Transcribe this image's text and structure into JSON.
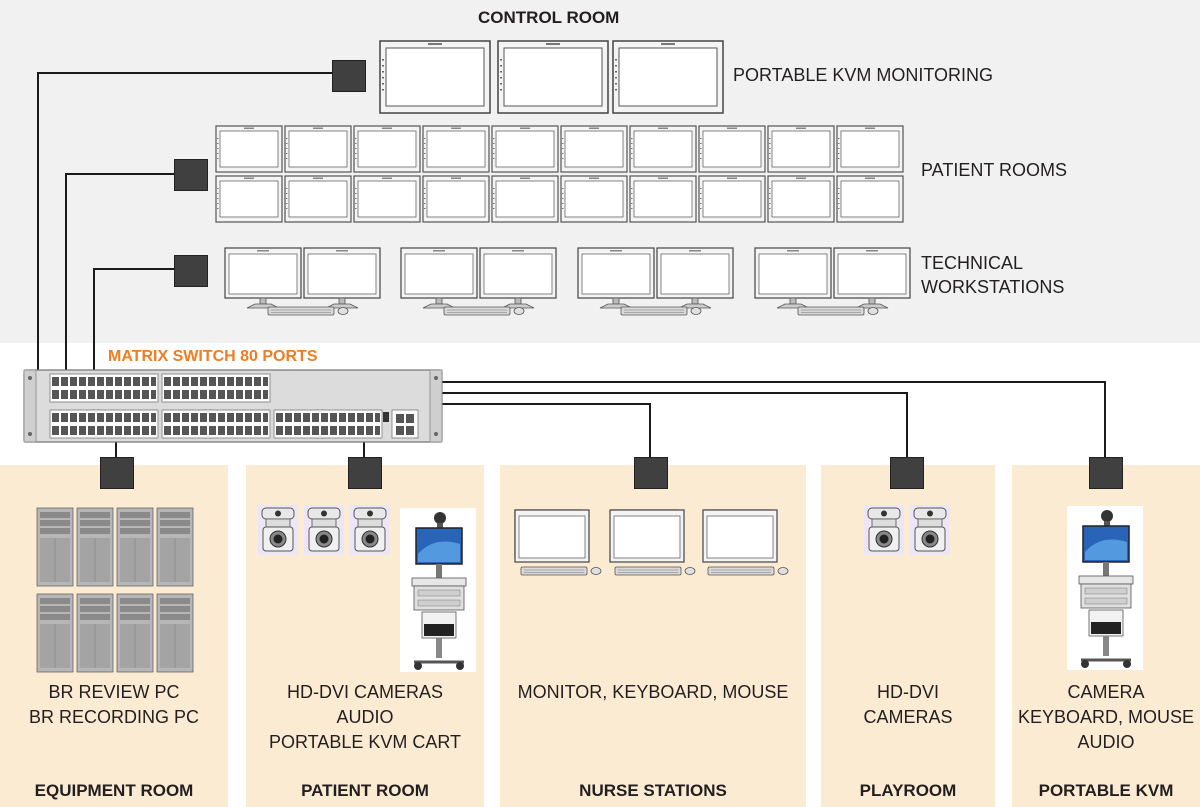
{
  "control_room": {
    "title": "CONTROL ROOM",
    "rows": [
      {
        "label": "PORTABLE KVM MONITORING"
      },
      {
        "label": "PATIENT ROOMS"
      },
      {
        "label_lines": [
          "TECHNICAL",
          "WORKSTATIONS"
        ]
      }
    ]
  },
  "switch": {
    "title": "MATRIX SWITCH 80 PORTS"
  },
  "rooms": [
    {
      "title": "EQUIPMENT ROOM",
      "desc": [
        "BR REVIEW PC",
        "BR RECORDING PC"
      ]
    },
    {
      "title": "PATIENT ROOM",
      "desc": [
        "HD-DVI CAMERAS",
        "AUDIO",
        "PORTABLE KVM CART"
      ]
    },
    {
      "title": "NURSE STATIONS",
      "desc": [
        "MONITOR, KEYBOARD, MOUSE"
      ]
    },
    {
      "title": "PLAYROOM",
      "desc": [
        "HD-DVI",
        "CAMERAS"
      ]
    },
    {
      "title": "PORTABLE KVM",
      "desc": [
        "CAMERA",
        "KEYBOARD, MOUSE",
        "AUDIO"
      ]
    }
  ],
  "colors": {
    "accent": "#ef7d22",
    "panel_bg": "#fcebd3",
    "control_bg": "#f1f1f1",
    "connector": "#404041"
  }
}
